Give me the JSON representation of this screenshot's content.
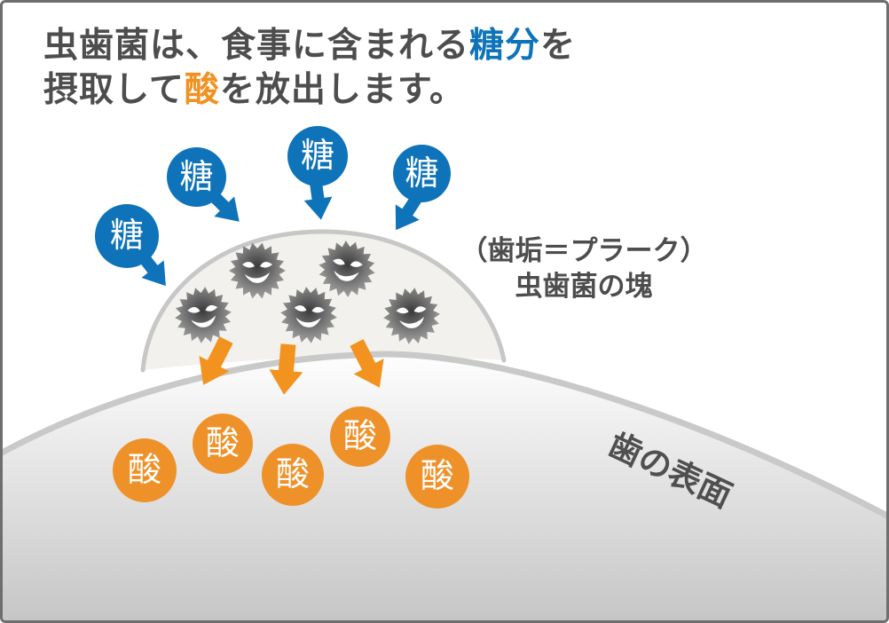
{
  "heading": {
    "line1_pre": "虫歯菌は、食事に含まれる",
    "line1_sugar_word": "糖分",
    "line1_post": "を",
    "line2_pre": "摂取して",
    "line2_acid_word": "酸",
    "line2_post": "を放出します。"
  },
  "sugar": {
    "labels": [
      "糖",
      "糖",
      "糖",
      "糖"
    ]
  },
  "acid": {
    "labels": [
      "酸",
      "酸",
      "酸",
      "酸",
      "酸"
    ]
  },
  "plaque_caption": {
    "line1": "（歯垢＝プラーク）",
    "line2": "虫歯菌の塊"
  },
  "surface_label": "歯の表面",
  "germs": {
    "icon": "cavity-germ-icon",
    "count": 5
  },
  "colors": {
    "sugar_blue": "#0e73b9",
    "acid_orange": "#f2911f",
    "heading_gray": "#4d4d4d",
    "plaque_fill": "#f2f1ed",
    "outline_gray": "#c9c9c9",
    "tooth_gradient_bottom": "#c3c3c3"
  }
}
